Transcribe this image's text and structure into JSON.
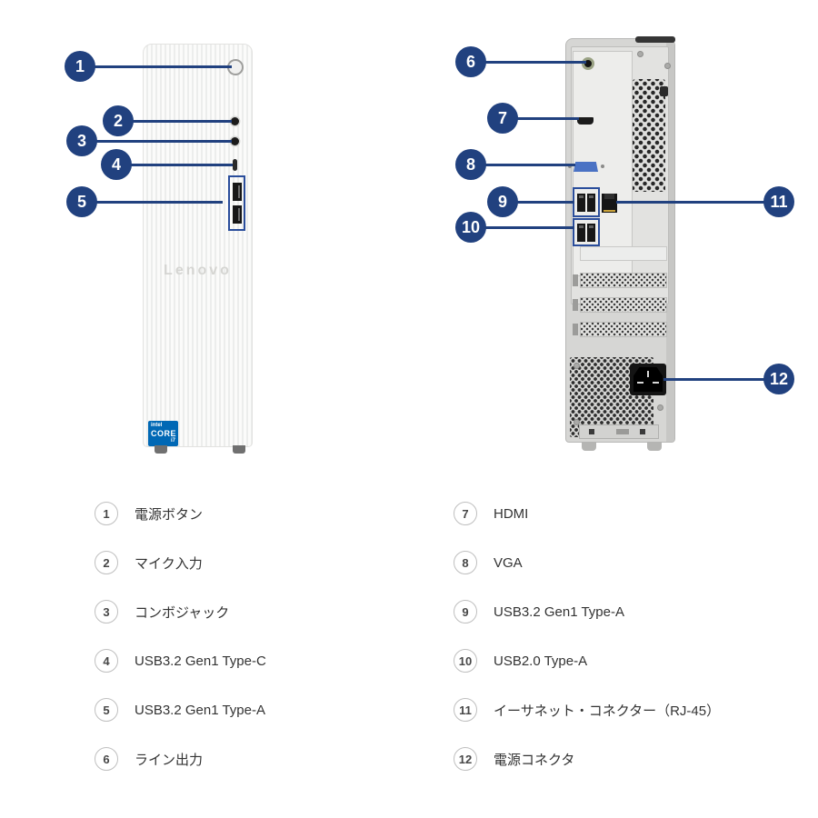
{
  "colors": {
    "callout_blue": "#21417f",
    "highlight_box_blue": "#2a4d9b",
    "intel_badge_blue": "#0068b5",
    "vga_blue": "#4a72c4",
    "chassis_gray": "#d6d6d4"
  },
  "front_view": {
    "brand_label": "Lenovo",
    "badge": {
      "brand": "intel",
      "product": "CORE",
      "tier": "i7"
    },
    "callouts": [
      {
        "num": "1",
        "target": "power-button"
      },
      {
        "num": "2",
        "target": "microphone-jack"
      },
      {
        "num": "3",
        "target": "combo-jack"
      },
      {
        "num": "4",
        "target": "usb-type-c-port"
      },
      {
        "num": "5",
        "target": "usb-type-a-ports"
      }
    ]
  },
  "back_view": {
    "callouts": [
      {
        "num": "6",
        "target": "line-out-jack"
      },
      {
        "num": "7",
        "target": "hdmi-port"
      },
      {
        "num": "8",
        "target": "vga-port"
      },
      {
        "num": "9",
        "target": "usb3-type-a-ports"
      },
      {
        "num": "10",
        "target": "usb2-type-a-ports"
      },
      {
        "num": "11",
        "target": "ethernet-connector"
      },
      {
        "num": "12",
        "target": "power-connector"
      }
    ]
  },
  "legend": {
    "left": [
      {
        "num": "1",
        "label": "電源ボタン"
      },
      {
        "num": "2",
        "label": "マイク入力"
      },
      {
        "num": "3",
        "label": "コンボジャック"
      },
      {
        "num": "4",
        "label": "USB3.2 Gen1 Type-C"
      },
      {
        "num": "5",
        "label": "USB3.2 Gen1 Type-A"
      },
      {
        "num": "6",
        "label": "ライン出力"
      }
    ],
    "right": [
      {
        "num": "7",
        "label": "HDMI"
      },
      {
        "num": "8",
        "label": "VGA"
      },
      {
        "num": "9",
        "label": "USB3.2 Gen1 Type-A"
      },
      {
        "num": "10",
        "label": "USB2.0 Type-A"
      },
      {
        "num": "11",
        "label": "イーサネット・コネクター（RJ-45）"
      },
      {
        "num": "12",
        "label": "電源コネクタ"
      }
    ]
  }
}
